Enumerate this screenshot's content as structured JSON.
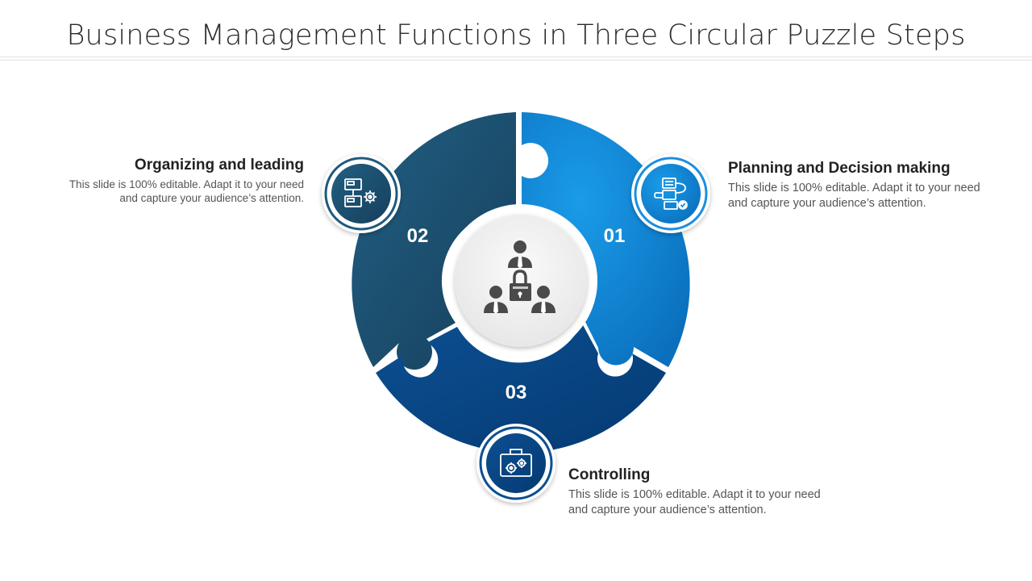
{
  "title": "Business Management Functions in Three Circular Puzzle Steps",
  "colors": {
    "step1": "#1482d4",
    "step2": "#1c5a7c",
    "step3": "#0a4a8a",
    "center_bg": "#f0f0f0",
    "icon_gray": "#4a4a4a"
  },
  "steps": [
    {
      "number": "01",
      "heading": "Planning and Decision making",
      "description": "This slide is 100% editable. Adapt it to your need and capture your audience’s attention.",
      "icon": "flowchart-check-icon"
    },
    {
      "number": "02",
      "heading": "Organizing and leading",
      "description": "This slide is 100% editable. Adapt it to your need and capture your audience’s attention.",
      "icon": "org-gear-icon"
    },
    {
      "number": "03",
      "heading": "Controlling",
      "description": "This slide is 100% editable. Adapt it to your need and capture your audience’s attention.",
      "icon": "briefcase-gears-icon"
    }
  ],
  "center_icon": "team-lock-icon"
}
